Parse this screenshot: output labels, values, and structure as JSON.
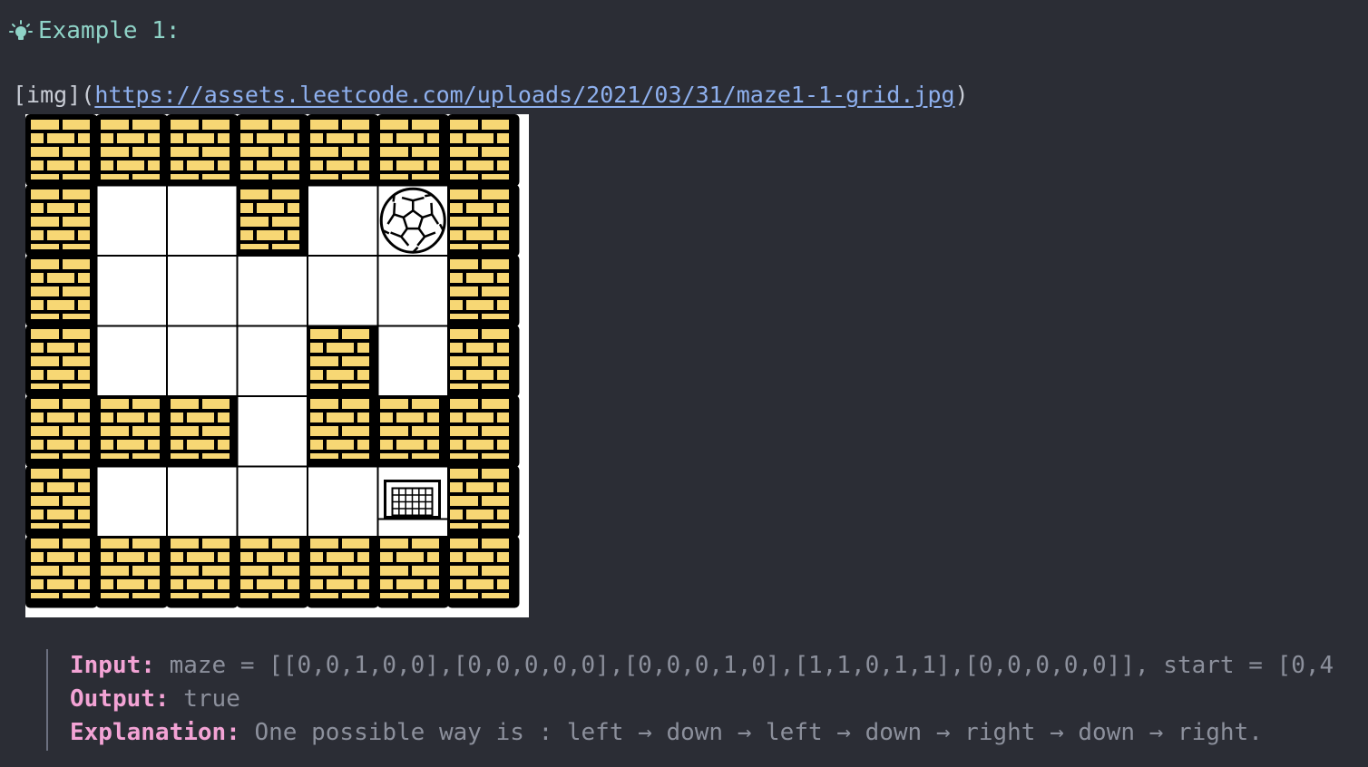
{
  "heading": {
    "icon": "lightbulb-icon",
    "text": "Example 1:"
  },
  "image_ref": {
    "prefix": "[img](",
    "url": "https://assets.leetcode.com/uploads/2021/03/31/maze1-1-grid.jpg",
    "suffix": ")"
  },
  "maze": {
    "cells": [
      [
        1,
        1,
        1,
        1,
        1,
        1,
        1
      ],
      [
        1,
        0,
        0,
        1,
        0,
        0,
        1
      ],
      [
        1,
        0,
        0,
        0,
        0,
        0,
        1
      ],
      [
        1,
        0,
        0,
        0,
        1,
        0,
        1
      ],
      [
        1,
        1,
        1,
        0,
        1,
        1,
        1
      ],
      [
        1,
        0,
        0,
        0,
        0,
        0,
        1
      ],
      [
        1,
        1,
        1,
        1,
        1,
        1,
        1
      ]
    ],
    "ball_cell": [
      1,
      5
    ],
    "goal_cell": [
      5,
      5
    ],
    "colors": {
      "brick": "#f7d774",
      "mortar": "#000000",
      "floor": "#ffffff"
    }
  },
  "example": {
    "input_label": "Input:",
    "input_value": "maze = [[0,0,1,0,0],[0,0,0,0,0],[0,0,0,1,0],[1,1,0,1,1],[0,0,0,0,0]], start = [0,4",
    "output_label": "Output:",
    "output_value": "true",
    "explanation_label": "Explanation:",
    "explanation_value": "One possible way is : left → down → left → down → right → down → right."
  }
}
